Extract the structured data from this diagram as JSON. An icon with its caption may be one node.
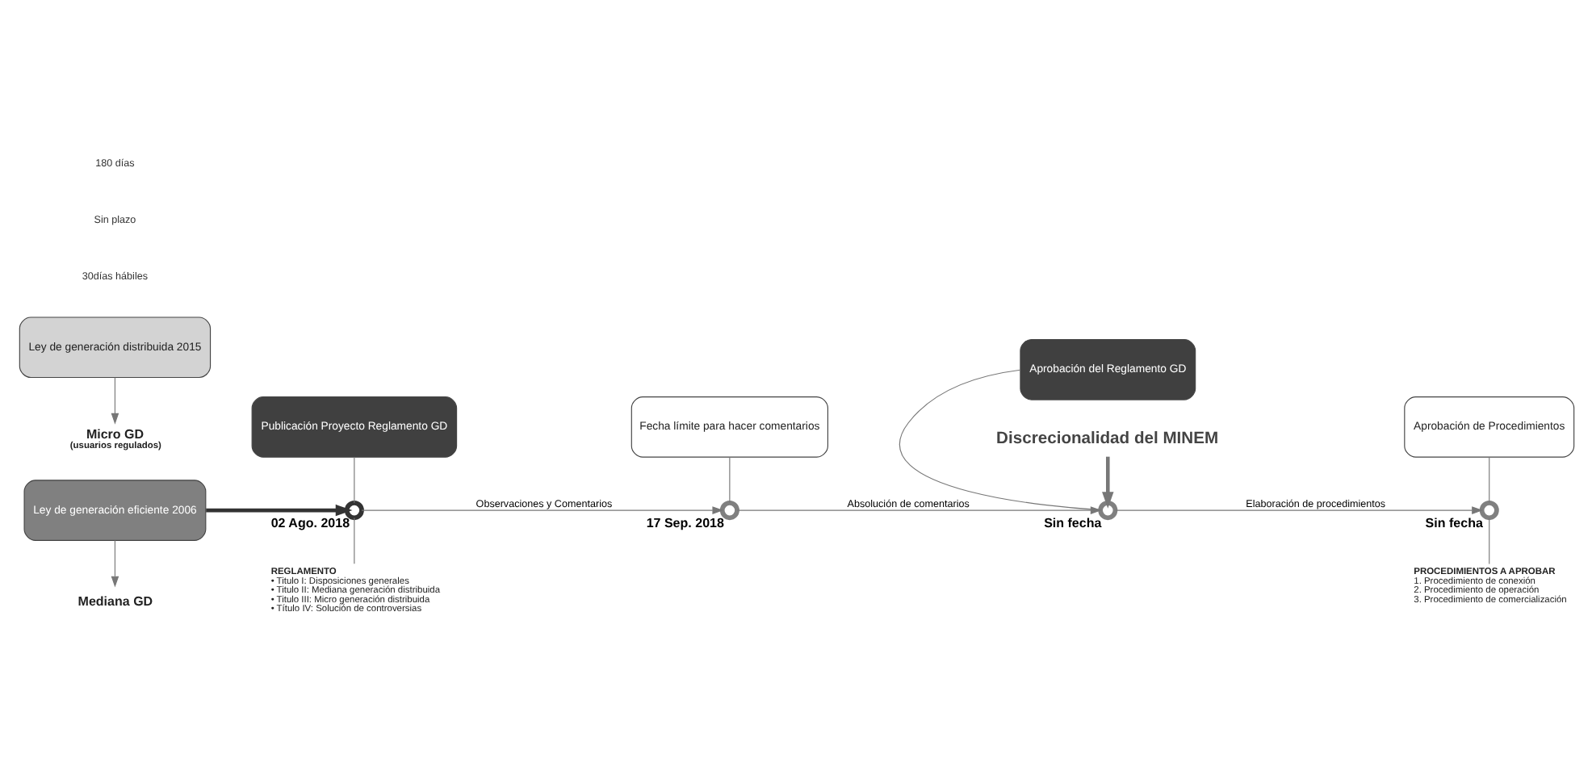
{
  "diagram": {
    "nodes": [
      {
        "text": [
          "Mediana GD"
        ]
      },
      {
        "text": [
          "Ley de generación eficiente 2006"
        ]
      },
      {
        "text": [
          "Ley de generación distribuida 2015"
        ]
      },
      {
        "text": [
          "Micro GD",
          "(usuarios regulados)"
        ]
      },
      {
        "text": [
          "Publicación Proyecto Reglamento GD"
        ]
      },
      {
        "text": [],
        "shape": "circle",
        "beside": [
          "02 Ago. 2018"
        ]
      },
      {
        "text": [
          "Fecha límite para hacer comentarios"
        ]
      },
      {
        "text": [],
        "shape": "circle",
        "beside": [
          "17 Sep. 2018"
        ]
      },
      {
        "text": [
          "Aprobación del Reglamento GD"
        ]
      },
      {
        "text": [],
        "shape": "circle",
        "beside": [
          "Sin fecha"
        ]
      },
      {
        "text": [
          "Aprobación de Procedimientos"
        ]
      },
      {
        "text": [],
        "shape": "circle",
        "beside": [
          "Sin fecha"
        ]
      },
      {
        "text": [
          "REGLAMENTO",
          "• Titulo I: Disposiciones generales",
          "• Titulo II: Mediana generación distribuida",
          "• Titulo III: Micro generación distribuida",
          "• Título IV: Solución de controversias"
        ]
      },
      {
        "text": [
          "PROCEDIMIENTOS A APROBAR",
          "1. Procedimiento de conexión",
          "2. Procedimiento de operación",
          "3. Procedimiento de comercialización"
        ]
      },
      {
        "text": [
          "Discrecionalidad del MINEM"
        ]
      }
    ],
    "edges": [
      {
        "from": 1,
        "to": 0,
        "arrow": "to"
      },
      {
        "from": 2,
        "to": 3,
        "arrow": "to"
      },
      {
        "from": 1,
        "to": 5,
        "arrow": "to",
        "style": "thick",
        "color": "#333333"
      },
      {
        "from": 4,
        "to": 5,
        "arrow": "none"
      },
      {
        "from": 5,
        "to": 12,
        "arrow": "none"
      },
      {
        "from": 5,
        "to": 7,
        "arrow": "to",
        "label": "Observaciones y Comentarios"
      },
      {
        "from": 6,
        "to": 7,
        "arrow": "none"
      },
      {
        "from": 7,
        "to": 9,
        "arrow": "to",
        "label": "Absolución de comentarios"
      },
      {
        "from": 8,
        "to": 9,
        "arrow": "none"
      },
      {
        "from": 14,
        "to": 9,
        "arrow": "to",
        "style": "thick"
      },
      {
        "from": 9,
        "to": 11,
        "arrow": "to",
        "label": "Elaboración de procedimientos"
      },
      {
        "from": 10,
        "to": 11,
        "arrow": "none"
      },
      {
        "from": 11,
        "to": 13,
        "arrow": "none"
      }
    ],
    "labels": [
      "30días hábiles",
      "Sin plazo",
      "180 días"
    ]
  }
}
